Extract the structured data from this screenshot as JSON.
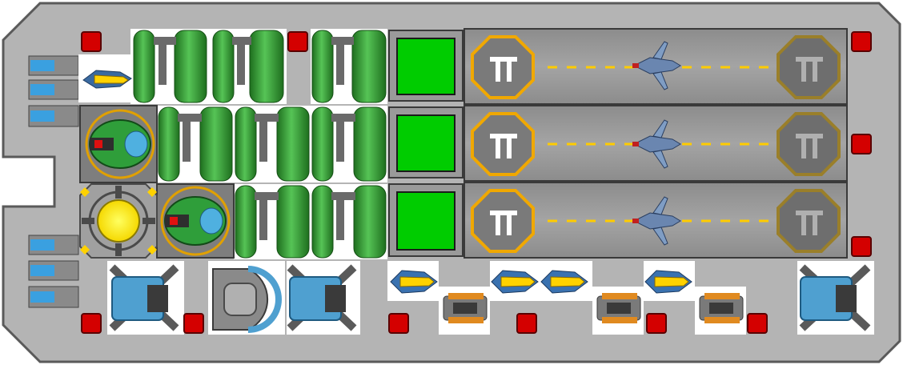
{
  "ship": {
    "hull_color": "#b4b4b4",
    "hull_edge_color": "#5a5a5a",
    "deck_color": "#8a8a8a"
  },
  "cargo": {
    "label": "cargo-tanks",
    "tank_color": "#3aa63a",
    "tank_dark": "#1e6e1e",
    "pipe_color": "#6a6a6a"
  },
  "green_pads": {
    "fill": "#00cc00",
    "frame": "#4a4a4a",
    "count": 3
  },
  "hangar": {
    "bay_color": "#8e8e8e",
    "runway_dash_color": "#ffcc00",
    "pad_active_color": "#f0a800",
    "pad_inactive_color": "#9a7f2a",
    "bays": 3,
    "fighters": [
      "fighter-bay-1",
      "fighter-bay-2",
      "fighter-bay-3"
    ]
  },
  "reactor": {
    "core_color": "#ffee00",
    "ring_color": "#e0a000"
  },
  "turrets": {
    "green": "#2f9e3a",
    "accent": "#4fb0e0"
  },
  "engines": {
    "color": "#4fa0d0",
    "count": 6
  },
  "missiles": {
    "yellow": "#ffd200",
    "blue": "#3a72b0",
    "orange": "#e08a20",
    "count": 9
  },
  "markers": {
    "color": "#d40000",
    "count": 11
  }
}
